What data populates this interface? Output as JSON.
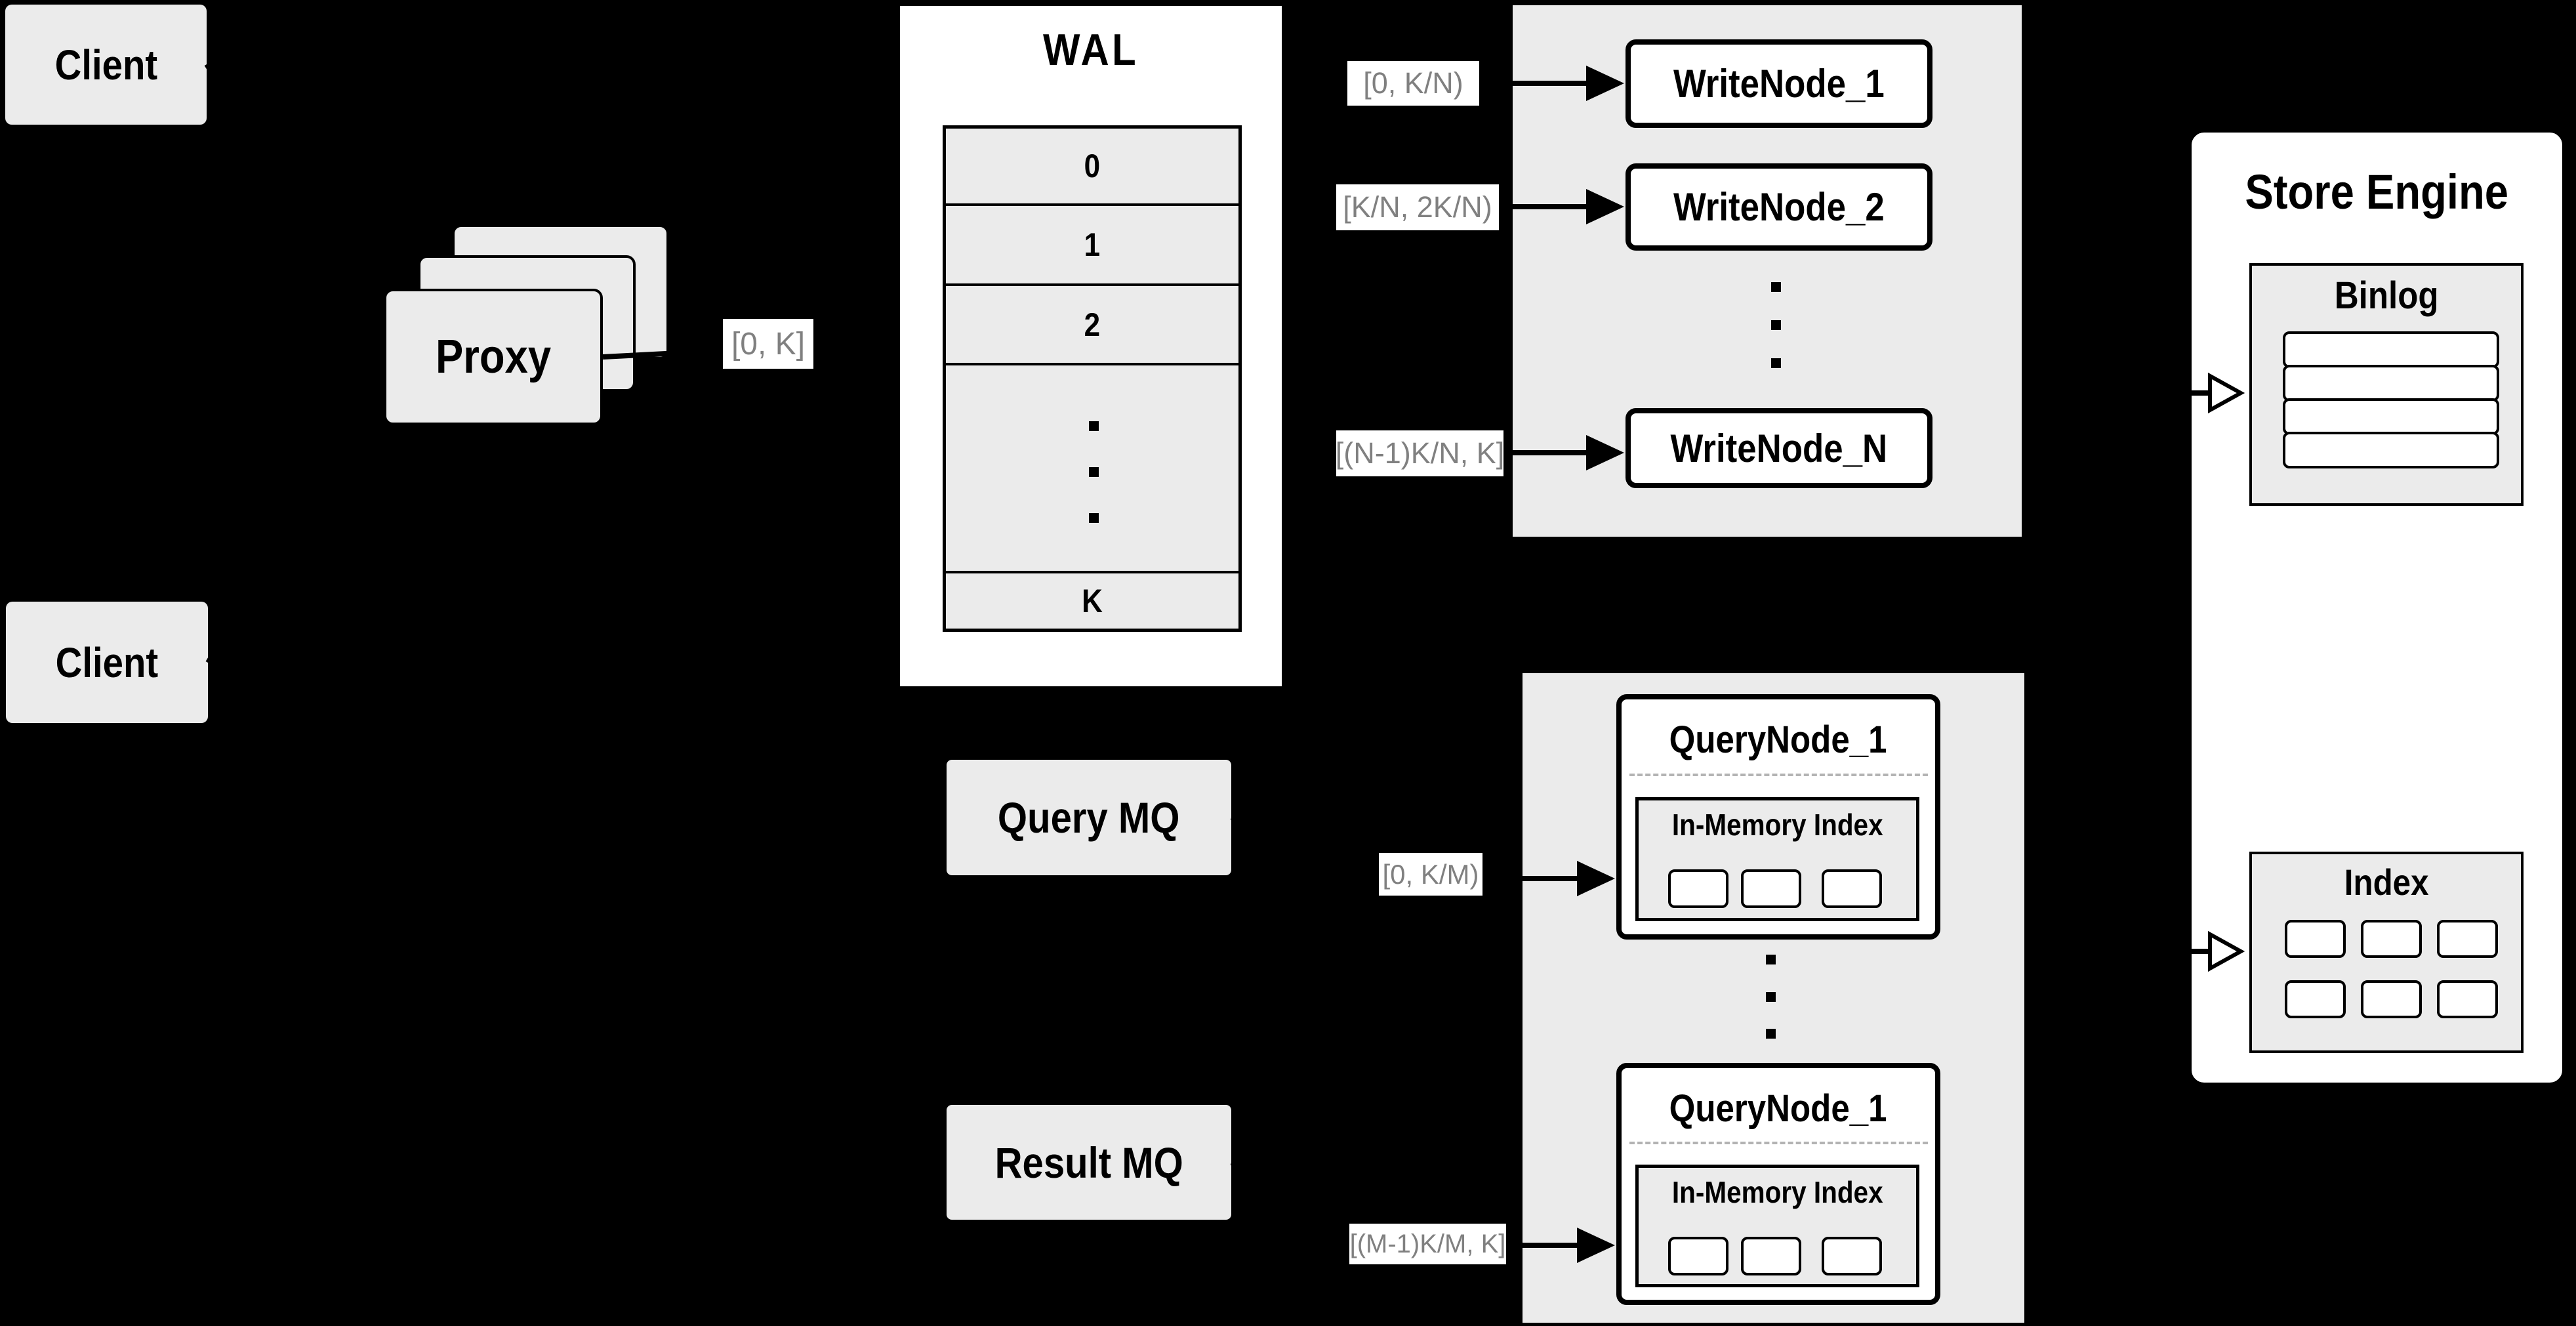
{
  "colors": {
    "background": "#000000",
    "panel_gray": "#ebebeb",
    "box_white": "#ffffff",
    "stroke_black": "#000000",
    "range_label_text": "#808080",
    "dashed_separator": "#b3b3b3"
  },
  "clients": {
    "top_label": "Client",
    "bottom_label": "Client"
  },
  "proxy": {
    "label": "Proxy"
  },
  "wal": {
    "title": "WAL",
    "rows": [
      "0",
      "1",
      "2"
    ],
    "last_row": "K"
  },
  "range_labels": {
    "proxy_to_wal": "[0, K]",
    "write": [
      "[0, K/N)",
      "[K/N, 2K/N)",
      "[(N-1)K/N, K]"
    ],
    "query": [
      "[0, K/M)",
      "[(M-1)K/M, K]"
    ]
  },
  "write_nodes": {
    "node1": "WriteNode_1",
    "node2": "WriteNode_2",
    "nodeN": "WriteNode_N"
  },
  "query_nodes": {
    "node1": {
      "title": "QueryNode_1",
      "index_label": "In-Memory Index"
    },
    "node2": {
      "title": "QueryNode_1",
      "index_label": "In-Memory Index"
    }
  },
  "mq": {
    "query_label": "Query MQ",
    "result_label": "Result MQ"
  },
  "store_engine": {
    "title": "Store Engine",
    "binlog_title": "Binlog",
    "index_title": "Index"
  }
}
